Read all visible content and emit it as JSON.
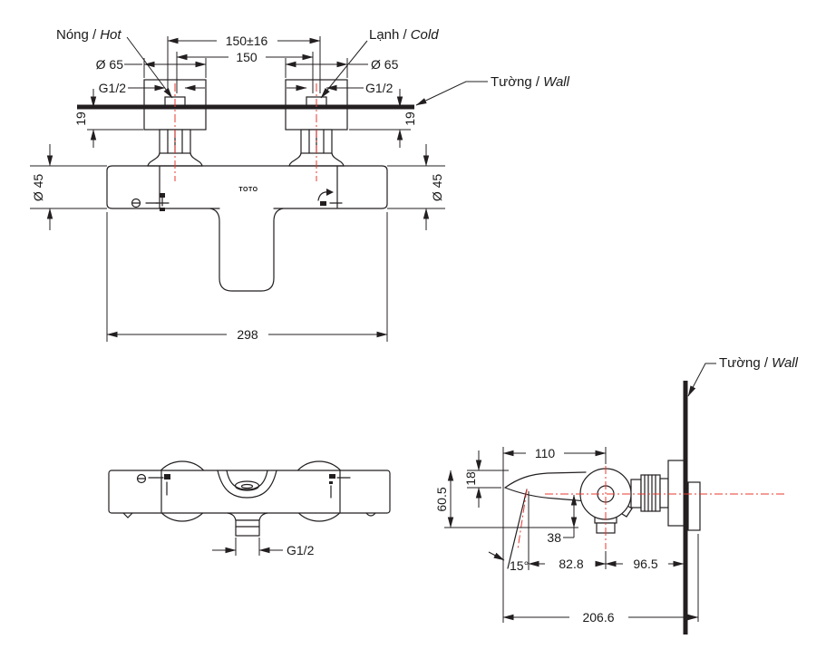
{
  "labels": {
    "hot_vn": "Nóng /",
    "hot_en": "Hot",
    "cold_vn": "Lạnh /",
    "cold_en": "Cold",
    "wall_vn": "Tường /",
    "wall_en": "Wall"
  },
  "front": {
    "spacing_tol": "150±16",
    "spacing": "150",
    "dia_inlet_left": "Ø 65",
    "dia_inlet_right": "Ø 65",
    "thread_left": "G1/2",
    "thread_right": "G1/2",
    "wall_gap_left": "19",
    "wall_gap_right": "19",
    "dia_body_left": "Ø 45",
    "dia_body_right": "Ø 45",
    "body_width": "298",
    "logo": "TOTO"
  },
  "top": {
    "outlet_thread": "G1/2"
  },
  "side": {
    "spout_reach": "110",
    "spout_drop": "18",
    "height": "60.5",
    "outlet_offset": "38",
    "spout_angle": "15°",
    "tip_to_center": "82.8",
    "center_to_wall": "96.5",
    "total_depth": "206.6"
  },
  "colors": {
    "line": "#231f20",
    "centerline": "#e8392f"
  }
}
